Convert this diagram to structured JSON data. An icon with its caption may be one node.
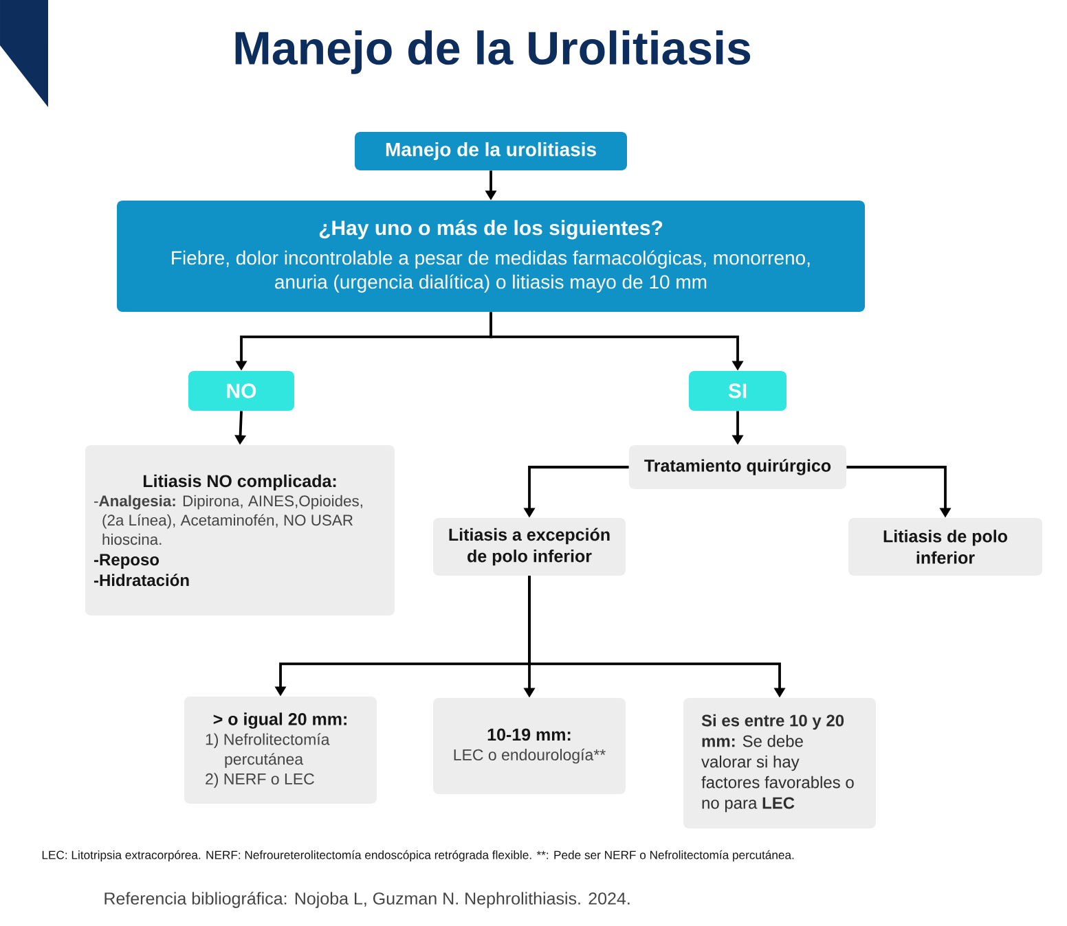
{
  "diagram": {
    "title": "Manejo de la Urolitiasis",
    "nodes": [
      {
        "text": [
          "Manejo de la urolitiasis"
        ]
      },
      {
        "text": [
          "¿Hay uno o más de los siguientes?",
          "Fiebre, dolor incontrolable a pesar de medidas farmacológicas, monorreno, anuria (urgencia dialítica) o litiasis mayo de 10 mm"
        ]
      },
      {
        "text": [
          "NO"
        ]
      },
      {
        "text": [
          "SI"
        ]
      },
      {
        "text": [
          "Litiasis NO complicada:",
          "-**Analgesia:** Dipirona, AINES,Opioides, (2a Línea), Acetaminofén, NO USAR hioscina.",
          "-Reposo",
          "-Hidratación"
        ]
      },
      {
        "text": [
          "Tratamiento quirúrgico"
        ]
      },
      {
        "text": [
          "Litiasis a excepción de polo inferior"
        ]
      },
      {
        "text": [
          "Litiasis de polo inferior"
        ]
      },
      {
        "text": [
          "> o igual 20 mm:",
          "1) Nefrolitectomía percutánea",
          "2) NERF o LEC"
        ]
      },
      {
        "text": [
          "10-19 mm:",
          "LEC o endourología**"
        ]
      },
      {
        "text": [
          "**Si es entre 10 y 20 mm:** Se debe valorar si hay factores favorables o no para **LEC**"
        ]
      }
    ],
    "edges": [
      {
        "from": 0,
        "to": 1,
        "arrow": "to"
      },
      {
        "from": 1,
        "to": 2,
        "arrow": "to"
      },
      {
        "from": 1,
        "to": 3,
        "arrow": "to"
      },
      {
        "from": 2,
        "to": 4,
        "arrow": "to"
      },
      {
        "from": 3,
        "to": 5,
        "arrow": "to"
      },
      {
        "from": 5,
        "to": 6,
        "arrow": "to"
      },
      {
        "from": 5,
        "to": 7,
        "arrow": "to"
      },
      {
        "from": 6,
        "to": 8,
        "arrow": "to"
      },
      {
        "from": 6,
        "to": 9,
        "arrow": "to"
      },
      {
        "from": 6,
        "to": 10,
        "arrow": "to"
      }
    ],
    "labels": [
      "LEC: Litotripsia extracorpórea. NERF: Nefroureterolitectomía endoscópica retrógrada flexible. **: Pede ser NERF o Nefrolitectomía percutánea.",
      "Referencia bibliográfica: Nojoba L, Guzman N. Nephrolithiasis. 2024."
    ]
  }
}
